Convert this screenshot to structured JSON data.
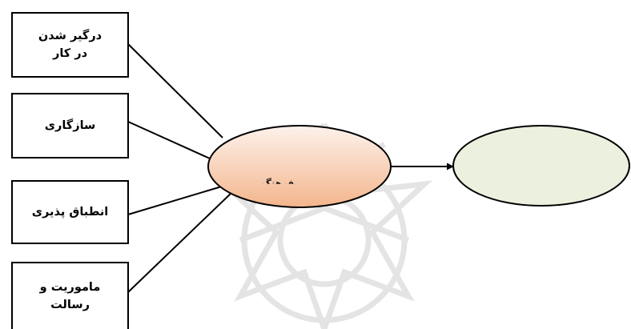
{
  "boxes": [
    {
      "id": "engagement",
      "label": "درگیر شدن\nدر کار"
    },
    {
      "id": "adaptability",
      "label": "سازگاری"
    },
    {
      "id": "adjustability",
      "label": "انطباق پذیری"
    },
    {
      "id": "mission",
      "label": "ماموریت و\nرسالت"
    }
  ],
  "ellipses": {
    "left": {
      "label": "فرهنگ",
      "fill_top": "#fdf2ec",
      "fill_bottom": "#f3b58c"
    },
    "right": {
      "label": "",
      "fill": "#ebf1de"
    }
  },
  "colors": {
    "stroke": "#000000",
    "watermark": "#cfcfcf"
  }
}
